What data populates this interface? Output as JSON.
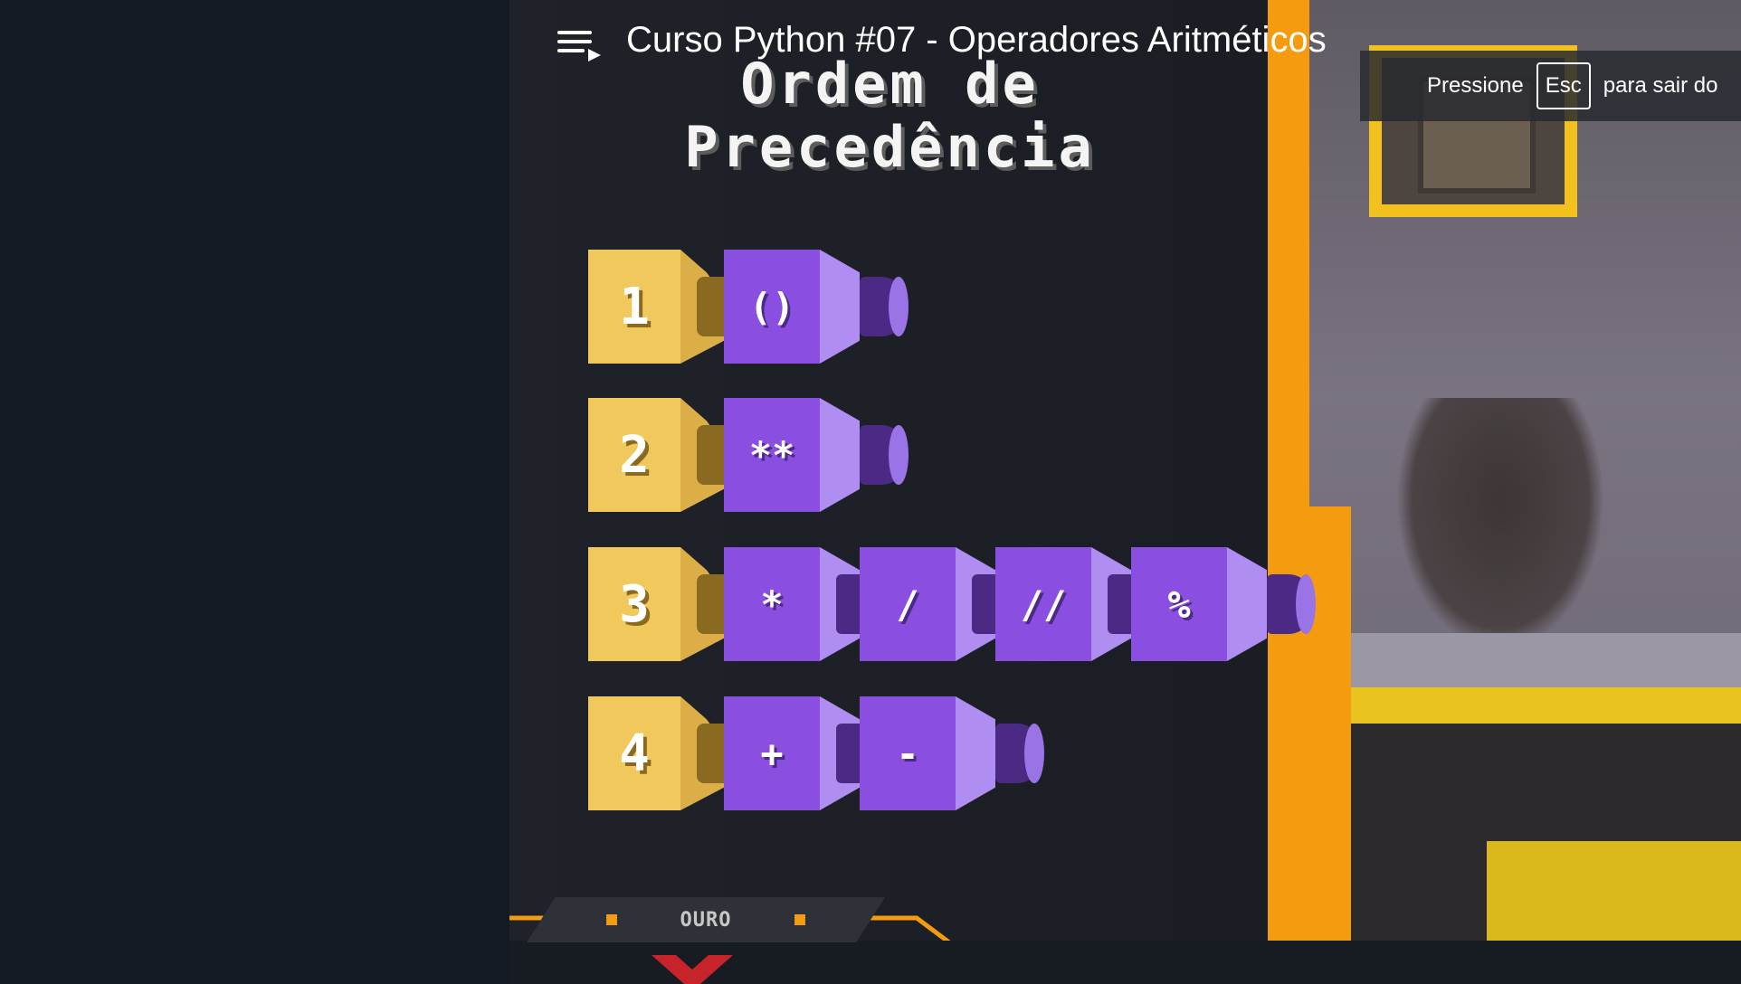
{
  "video": {
    "title": "Curso Python #07 - Operadores Aritméticos",
    "esc_notice": {
      "prefix": "Pressione",
      "key": "Esc",
      "suffix": "para sair do"
    }
  },
  "slide": {
    "title_line1": "Ordem de",
    "title_line2": "Precedência",
    "rows": [
      {
        "rank": "1",
        "operators": [
          "()"
        ]
      },
      {
        "rank": "2",
        "operators": [
          "**"
        ]
      },
      {
        "rank": "3",
        "operators": [
          "*",
          "/",
          "//",
          "%"
        ]
      },
      {
        "rank": "4",
        "operators": [
          "+",
          "-"
        ]
      }
    ],
    "badge": "OURO"
  },
  "colors": {
    "rank_block": "#f1c85b",
    "operator_block": "#8a4ee0",
    "accent_orange": "#f59b10"
  },
  "icons": {
    "playlist": "playlist-icon"
  }
}
